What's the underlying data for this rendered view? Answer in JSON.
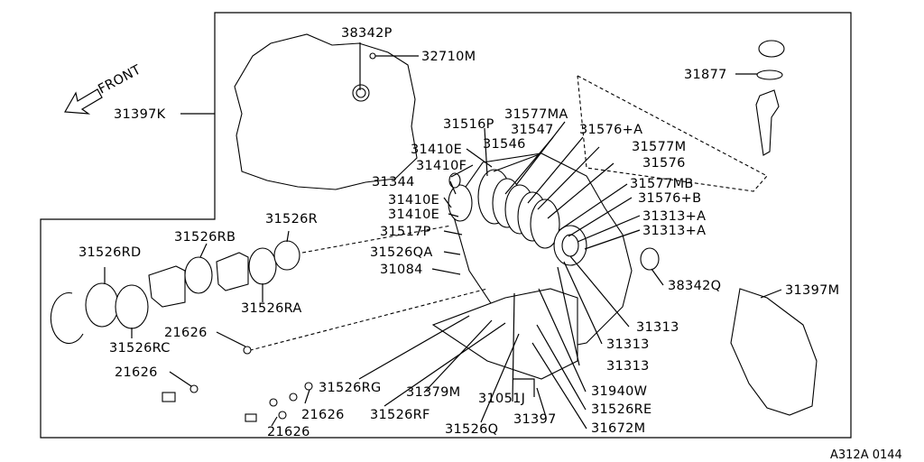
{
  "diagram": {
    "front_label": "FRONT",
    "reference_code": "A312A 0144",
    "parts": [
      {
        "id": "p1",
        "text": "38342P"
      },
      {
        "id": "p2",
        "text": "32710M"
      },
      {
        "id": "p3",
        "text": "31397K"
      },
      {
        "id": "p4",
        "text": "31877"
      },
      {
        "id": "p5",
        "text": "31516P"
      },
      {
        "id": "p6",
        "text": "31577MA"
      },
      {
        "id": "p7",
        "text": "31547"
      },
      {
        "id": "p8",
        "text": "31576+A"
      },
      {
        "id": "p9",
        "text": "31546"
      },
      {
        "id": "p10",
        "text": "31410E"
      },
      {
        "id": "p11",
        "text": "31577M"
      },
      {
        "id": "p12",
        "text": "31410F"
      },
      {
        "id": "p13",
        "text": "31576"
      },
      {
        "id": "p14",
        "text": "31344"
      },
      {
        "id": "p15",
        "text": "31577MB"
      },
      {
        "id": "p16",
        "text": "31410E"
      },
      {
        "id": "p17",
        "text": "31576+B"
      },
      {
        "id": "p18",
        "text": "31410E"
      },
      {
        "id": "p19",
        "text": "31313+A"
      },
      {
        "id": "p20",
        "text": "31526R"
      },
      {
        "id": "p21",
        "text": "31517P"
      },
      {
        "id": "p22",
        "text": "31313+A"
      },
      {
        "id": "p23",
        "text": "31526RD"
      },
      {
        "id": "p24",
        "text": "31526RB"
      },
      {
        "id": "p25",
        "text": "31526QA"
      },
      {
        "id": "p26",
        "text": "31084"
      },
      {
        "id": "p27",
        "text": "38342Q"
      },
      {
        "id": "p28",
        "text": "31397M"
      },
      {
        "id": "p29",
        "text": "31526RA"
      },
      {
        "id": "p30",
        "text": "21626"
      },
      {
        "id": "p31",
        "text": "31313"
      },
      {
        "id": "p32",
        "text": "31526RC"
      },
      {
        "id": "p33",
        "text": "31313"
      },
      {
        "id": "p34",
        "text": "21626"
      },
      {
        "id": "p35",
        "text": "31313"
      },
      {
        "id": "p36",
        "text": "31526RG"
      },
      {
        "id": "p37",
        "text": "31379M"
      },
      {
        "id": "p38",
        "text": "31051J"
      },
      {
        "id": "p39",
        "text": "31940W"
      },
      {
        "id": "p40",
        "text": "21626"
      },
      {
        "id": "p41",
        "text": "31526RF"
      },
      {
        "id": "p42",
        "text": "31526RE"
      },
      {
        "id": "p43",
        "text": "31397"
      },
      {
        "id": "p44",
        "text": "21626"
      },
      {
        "id": "p45",
        "text": "31526Q"
      },
      {
        "id": "p46",
        "text": "31672M"
      }
    ]
  }
}
